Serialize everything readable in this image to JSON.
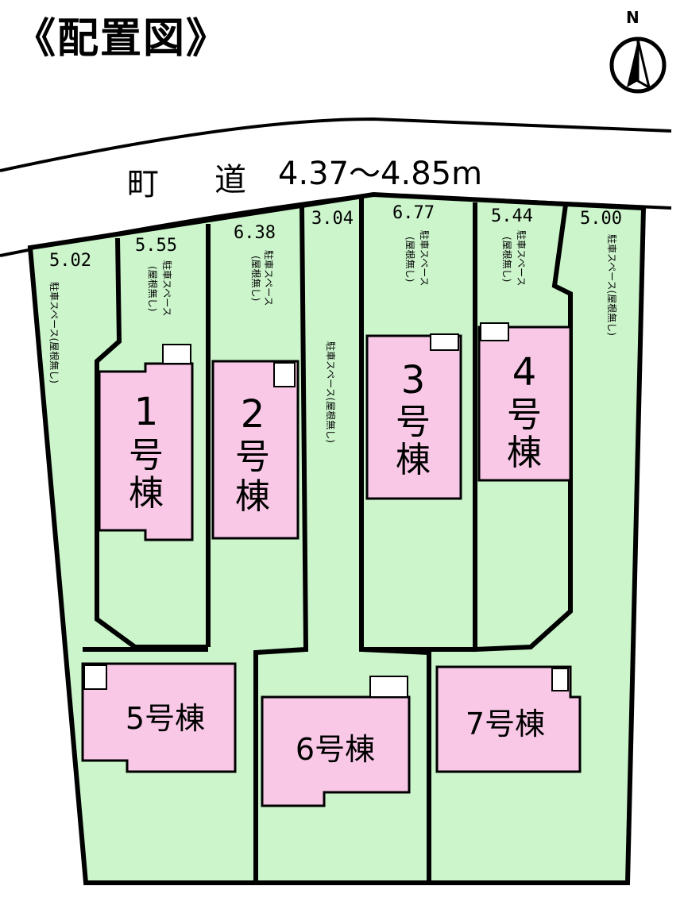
{
  "title": "《配置図》",
  "compass": {
    "label": "N"
  },
  "road": {
    "name": "町",
    "name2": "道",
    "width": "4.37〜4.85m"
  },
  "lot_widths": [
    "5.02",
    "5.55",
    "6.38",
    "3.04",
    "6.77",
    "5.44",
    "5.00"
  ],
  "parking": {
    "text": "駐車スペース(屋根無し)",
    "stacked_line1": "駐車スペース",
    "stacked_line2": "(屋根無し)"
  },
  "buildings": [
    {
      "num": "1",
      "suffix": "号",
      "suffix2": "棟"
    },
    {
      "num": "2",
      "suffix": "号",
      "suffix2": "棟"
    },
    {
      "num": "3",
      "suffix": "号",
      "suffix2": "棟"
    },
    {
      "num": "4",
      "suffix": "号",
      "suffix2": "棟"
    },
    {
      "label": "5号棟"
    },
    {
      "label": "6号棟"
    },
    {
      "label": "7号棟"
    }
  ],
  "colors": {
    "lot": "#ccf5cc",
    "building": "#f8c8e6",
    "line": "#000000"
  }
}
